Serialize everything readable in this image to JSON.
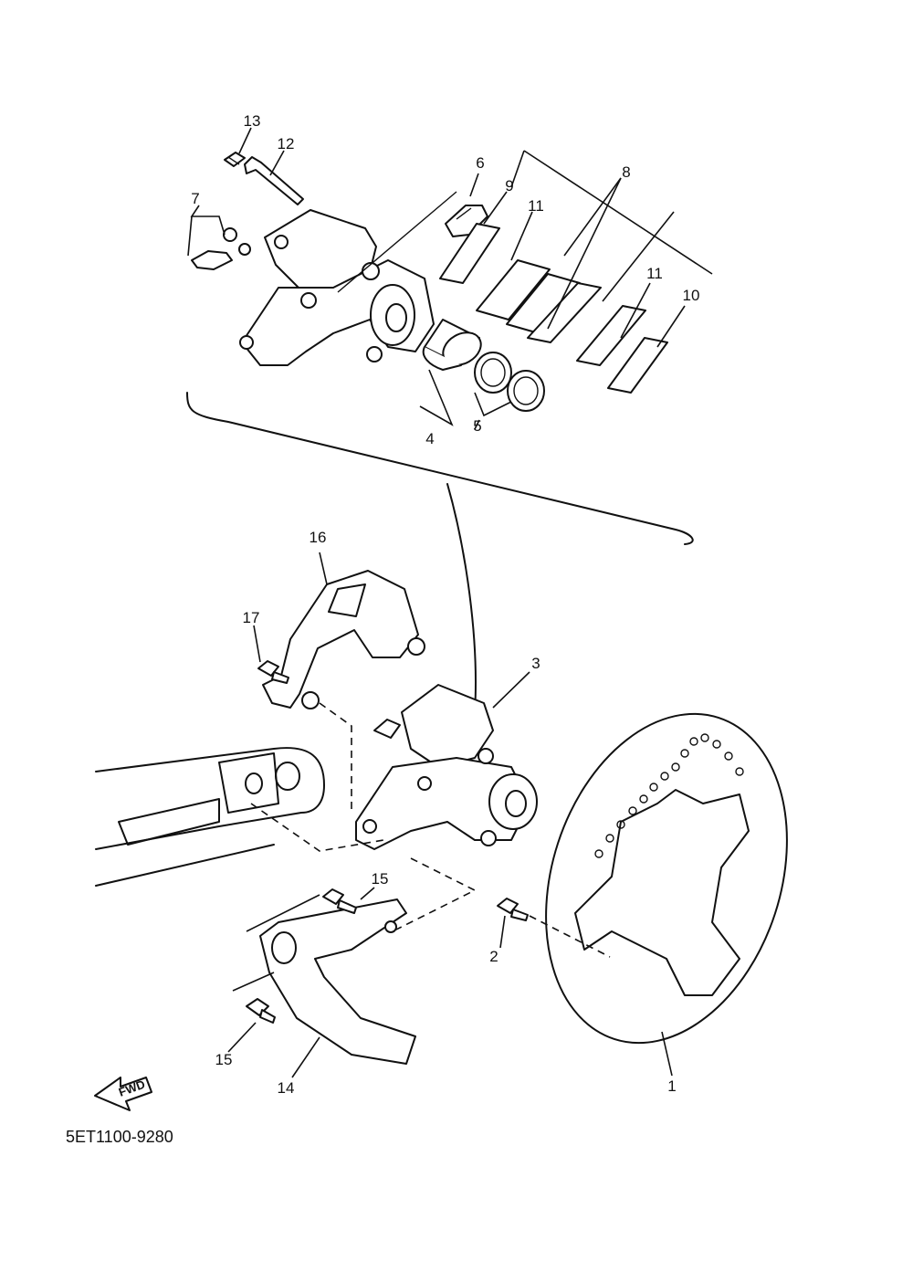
{
  "diagram": {
    "part_code": "5ET1100-9280",
    "fwd_label": "FWD",
    "callouts": {
      "c1": "1",
      "c2": "2",
      "c3": "3",
      "c4": "4",
      "c5": "5",
      "c6": "6",
      "c7": "7",
      "c8": "8",
      "c9": "9",
      "c10": "10",
      "c11a": "11",
      "c11b": "11",
      "c12": "12",
      "c13": "13",
      "c14": "14",
      "c15a": "15",
      "c15b": "15",
      "c16": "16",
      "c17": "17"
    }
  }
}
